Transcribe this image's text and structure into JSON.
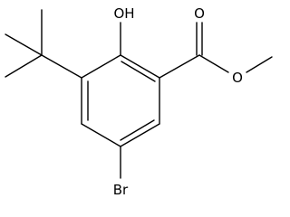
{
  "molecule": {
    "atom_labels": {
      "hydroxyl": "OH",
      "carbonyl_oxygen": "O",
      "ester_oxygen": "O",
      "bromine": "Br"
    },
    "colors": {
      "bond": "#000000",
      "text": "#000000",
      "background": "#ffffff"
    }
  }
}
